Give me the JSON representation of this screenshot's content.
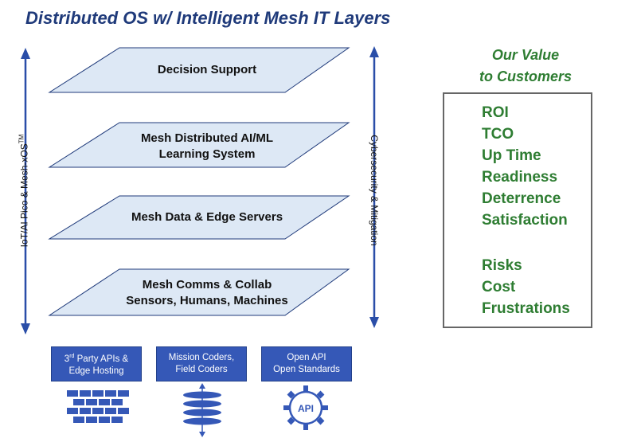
{
  "title": "Distributed OS w/ Intelligent Mesh IT Layers",
  "layers": [
    {
      "line1": "Decision Support",
      "line2": ""
    },
    {
      "line1": "Mesh Distributed AI/ML",
      "line2": "Learning System"
    },
    {
      "line1": "Mesh Data & Edge Servers",
      "line2": ""
    },
    {
      "line1": "Mesh Comms & Collab",
      "line2": "Sensors, Humans, Machines"
    }
  ],
  "left_label": {
    "main": "IoT/AI Pico & Mesh-xOS",
    "tm": "TM"
  },
  "right_label": "Cybersecurity & Mitigation",
  "value": {
    "title_line1": "Our Value",
    "title_line2": "to Customers",
    "up_items": [
      "ROI",
      "TCO",
      "Up Time",
      "Readiness",
      "Deterrence",
      "Satisfaction"
    ],
    "down_items": [
      "Risks",
      "Cost",
      "Frustrations"
    ]
  },
  "bottom_boxes": [
    {
      "pre": "3",
      "sup": "rd",
      "rest": " Party APIs &",
      "line2": "Edge Hosting"
    },
    {
      "line1": "Mission Coders,",
      "line2": "Field Coders"
    },
    {
      "line1": "Open API",
      "line2": "Open Standards"
    }
  ],
  "api_icon_text": "API",
  "colors": {
    "title_blue": "#1f3a7a",
    "arrow_blue": "#2a4ea8",
    "layer_fill": "#dde8f5",
    "value_green": "#2e7d32",
    "box_blue": "#3558b7"
  }
}
